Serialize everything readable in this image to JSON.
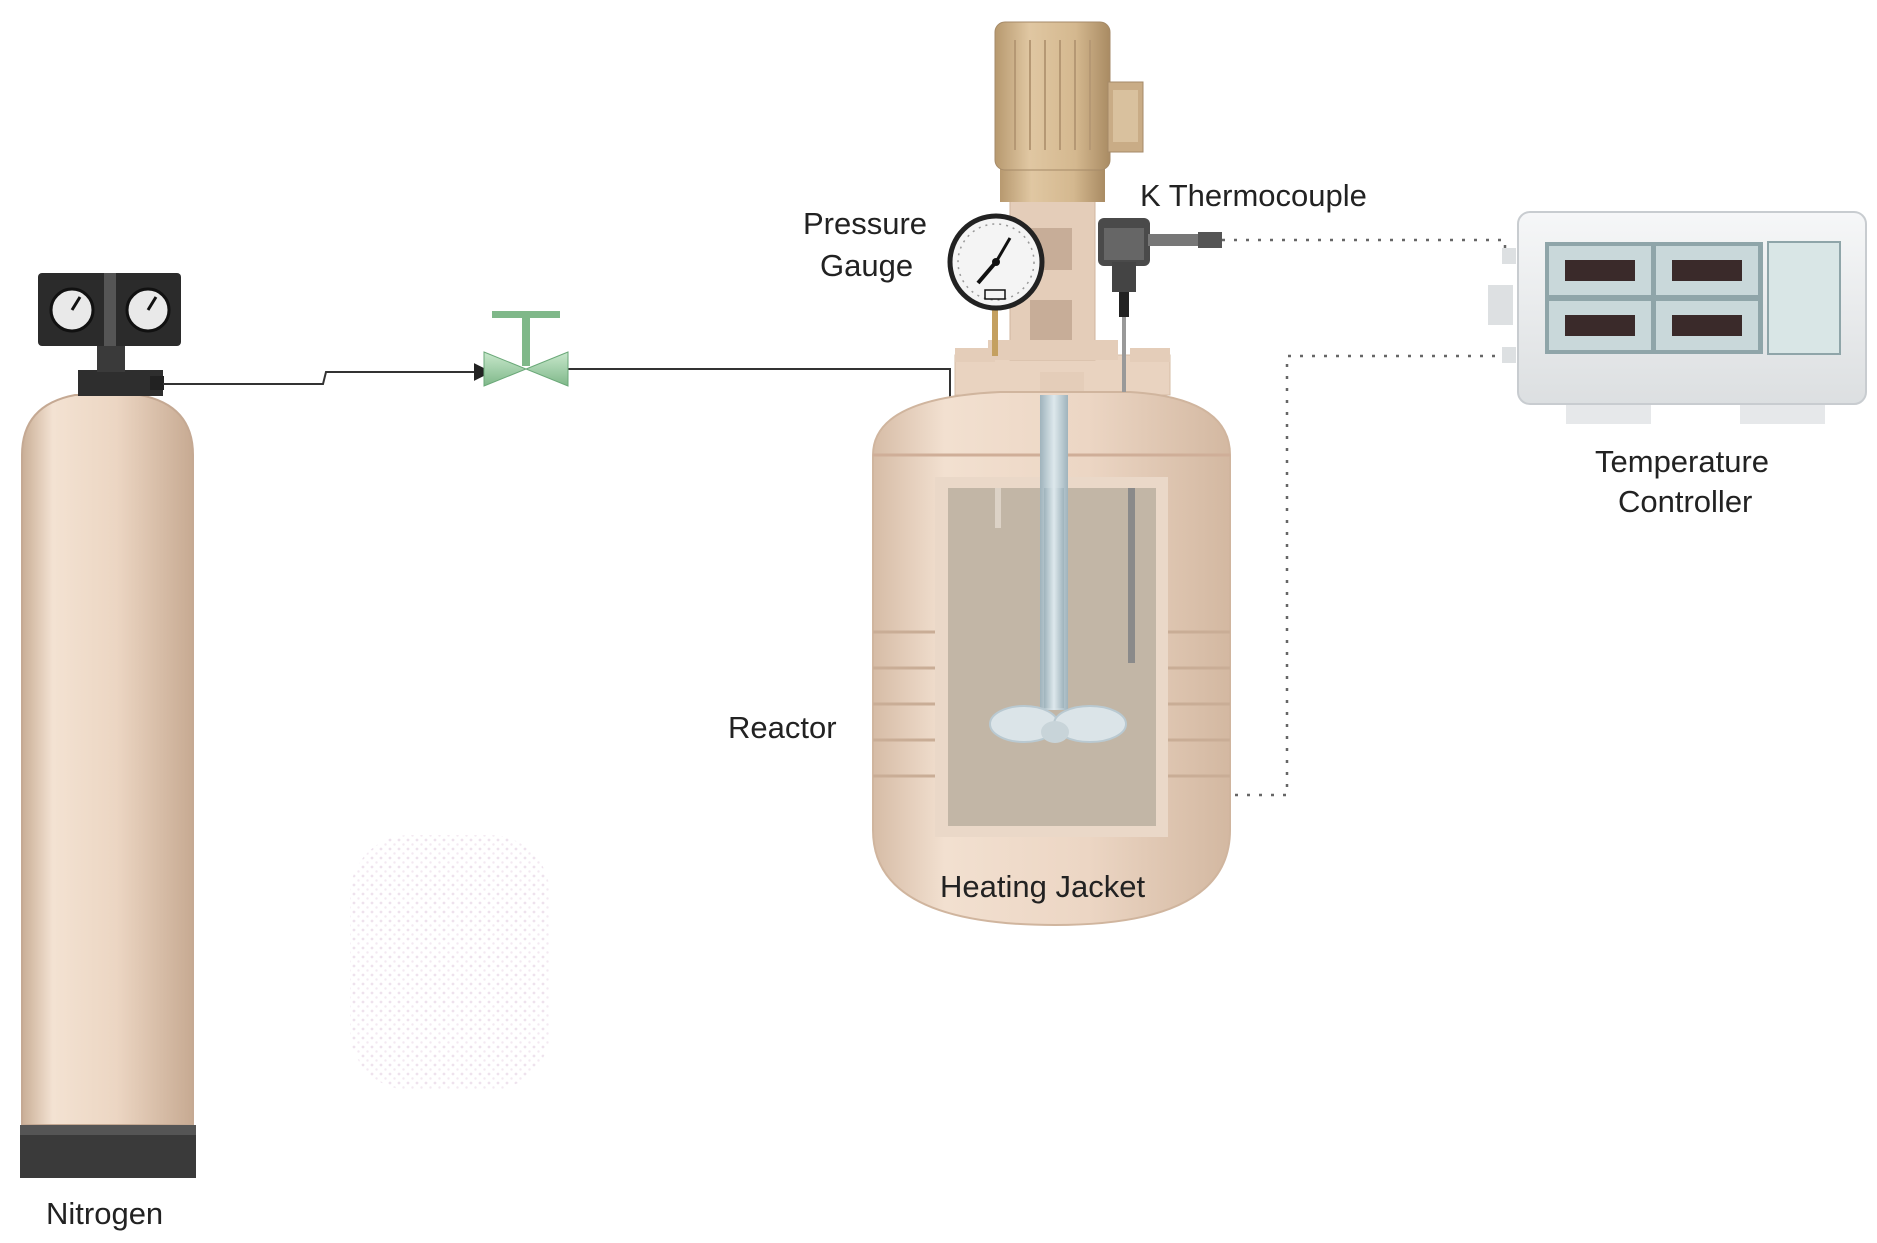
{
  "labels": {
    "nitrogen": "Nitrogen",
    "pressure_gauge_line1": "Pressure",
    "pressure_gauge_line2": "Gauge",
    "thermocouple": "K Thermocouple",
    "temperature_controller_line1": "Temperature",
    "temperature_controller_line2": "Controller",
    "reactor": "Reactor",
    "heating_jacket": "Heating Jacket"
  },
  "colors": {
    "vessel_body": "#ecd6c5",
    "vessel_shade": "#d9bfa9",
    "motor": "#d2b58f",
    "vessel_interior": "#c2b6a6",
    "agitator": "#b9c9d1",
    "controller_body": "#edeeef",
    "controller_panel": "#8fa5a9",
    "display": "#3a2a2a",
    "valve": "#9fcfa6",
    "cylinder_base": "#3c3c3c",
    "line": "#333333",
    "signal_line": "#666666"
  },
  "icons": {
    "pressure_gauge": "dial-gauge-icon",
    "regulator": "dual-gauge-regulator-icon",
    "valve": "manual-valve-icon",
    "thermocouple": "thermocouple-probe-icon",
    "agitator": "impeller-icon"
  }
}
